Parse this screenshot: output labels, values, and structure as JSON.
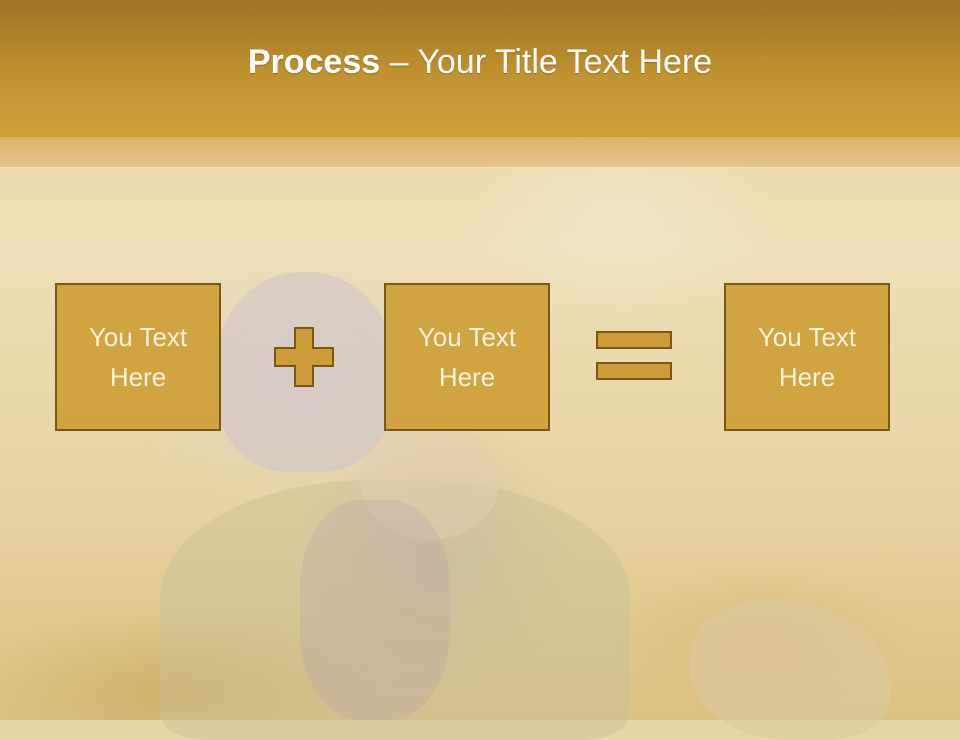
{
  "slide": {
    "title_bold": "Process",
    "title_rest": " – Your Title Text Here",
    "boxes": [
      {
        "text": "You Text Here"
      },
      {
        "text": "You Text Here"
      },
      {
        "text": "You Text Here"
      }
    ],
    "operators": [
      "plus-icon",
      "equals-icon"
    ],
    "colors": {
      "header": "#c1922f",
      "box_fill": "#cd9f37",
      "box_border": "#7a5814",
      "box_text": "#fbf2dc"
    }
  }
}
